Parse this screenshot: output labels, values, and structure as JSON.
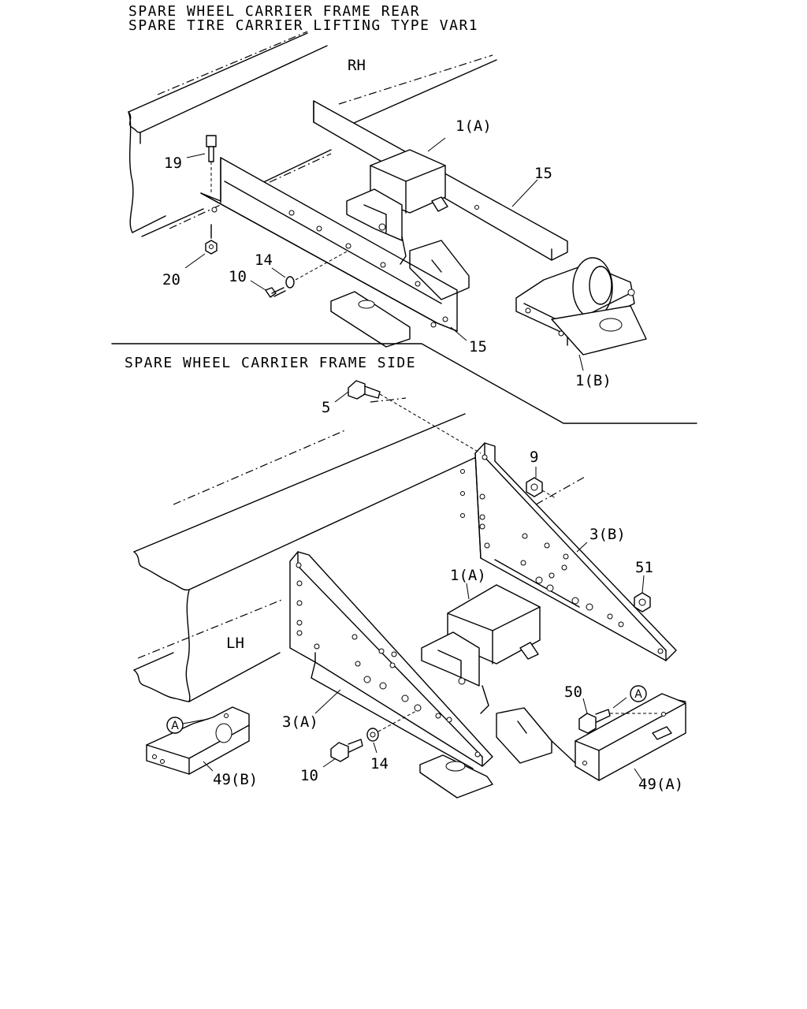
{
  "titles": {
    "rear_line1": "SPARE WHEEL CARRIER FRAME REAR",
    "rear_line2": "SPARE TIRE CARRIER LIFTING TYPE VAR1",
    "side": "SPARE WHEEL CARRIER FRAME SIDE"
  },
  "side_labels": {
    "rh": "RH",
    "lh": "LH"
  },
  "callouts": {
    "rear": {
      "p1a": "1(A)",
      "p15_top": "15",
      "p19": "19",
      "p20": "20",
      "p14": "14",
      "p10": "10",
      "p15_bottom": "15",
      "p1b": "1(B)"
    },
    "side": {
      "p5": "5",
      "p9": "9",
      "p3b": "3(B)",
      "p51": "51",
      "p1a": "1(A)",
      "p50": "50",
      "p3a": "3(A)",
      "p10": "10",
      "p14": "14",
      "p49b": "49(B)",
      "p49a": "49(A)",
      "ref_a1": "A",
      "ref_a2": "A"
    }
  }
}
